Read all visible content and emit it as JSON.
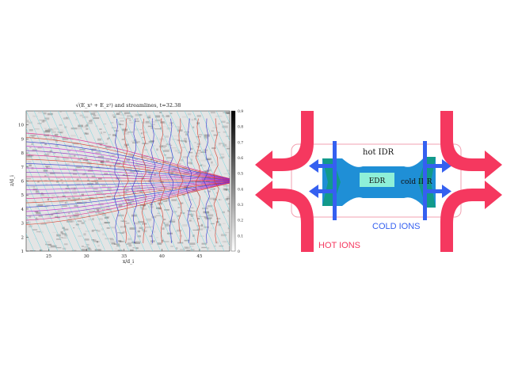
{
  "plot": {
    "title": "√(E_x² + E_z²) and streamlines, t=32.38",
    "xlabel": "x/d_i",
    "ylabel": "z/d_i",
    "x_ticks": [
      "25",
      "30",
      "35",
      "40",
      "45"
    ],
    "y_ticks": [
      "1",
      "2",
      "3",
      "4",
      "5",
      "6",
      "7",
      "8",
      "9",
      "10"
    ],
    "colorbar_ticks": [
      "0",
      "0.1",
      "0.2",
      "0.3",
      "0.4",
      "0.5",
      "0.6",
      "0.7",
      "0.8",
      "0.9"
    ]
  },
  "chart_data": {
    "type": "heatmap",
    "title": "√(E_x² + E_z²) and streamlines, t=32.38",
    "xlabel": "x/d_i",
    "ylabel": "z/d_i",
    "xlim": [
      22,
      49
    ],
    "ylim": [
      1,
      11
    ],
    "colorbar_range": [
      0,
      0.9
    ],
    "colormap": "gray (white to black)"
  },
  "diagram": {
    "hot_idr_label": "hot IDR",
    "edr_label": "EDR",
    "cold_idr_label": "cold IDR",
    "cold_ions_label": "COLD IONS",
    "hot_ions_label": "HOT IONS",
    "colors": {
      "hot": "#f5385f",
      "cold": "#3560f0",
      "body": "#1f8fd6",
      "edr": "#8ff0d8",
      "teal": "#129a8a"
    }
  }
}
